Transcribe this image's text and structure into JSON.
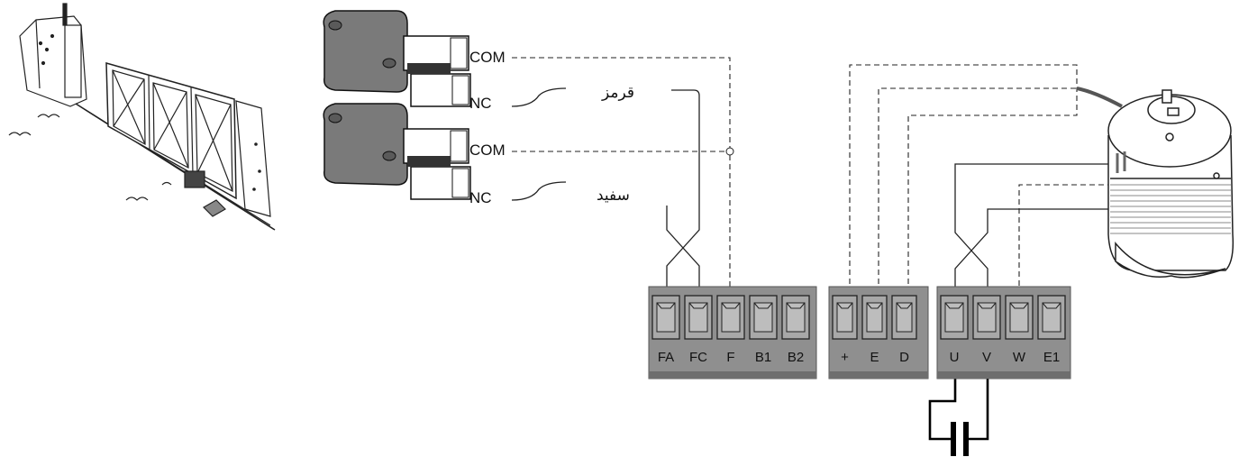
{
  "limit_switches": [
    {
      "com_label": "COM",
      "nc_label": "NC"
    },
    {
      "com_label": "COM",
      "nc_label": "NC"
    }
  ],
  "wire_labels": {
    "red": "قرمز",
    "white": "سفید"
  },
  "terminal_blocks": [
    {
      "pins": [
        "FA",
        "FC",
        "F",
        "B1",
        "B2"
      ]
    },
    {
      "pins": [
        "+",
        "E",
        "D"
      ]
    },
    {
      "pins": [
        "U",
        "V",
        "W",
        "E1"
      ]
    }
  ],
  "colors": {
    "terminal_body": "#8f8f8f",
    "terminal_dark": "#6e6e6e",
    "wire": "#222222",
    "switch_body": "#7a7a7a"
  },
  "icons": [
    "gate-illustration",
    "limit-switch",
    "encoder-motor",
    "capacitor"
  ]
}
